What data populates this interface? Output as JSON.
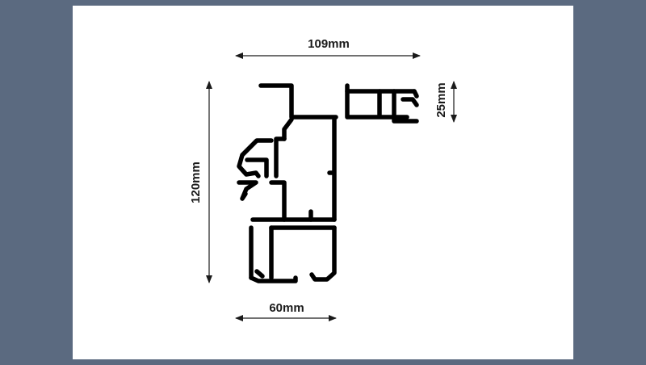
{
  "drawing": {
    "dimensions": {
      "top_width": "109mm",
      "height": "120mm",
      "bottom_width": "60mm",
      "lip_height": "25mm"
    },
    "colors": {
      "background": "#5b6a80",
      "sheet": "#ffffff",
      "profile": "#000000",
      "line": "#1a1a1a"
    }
  }
}
